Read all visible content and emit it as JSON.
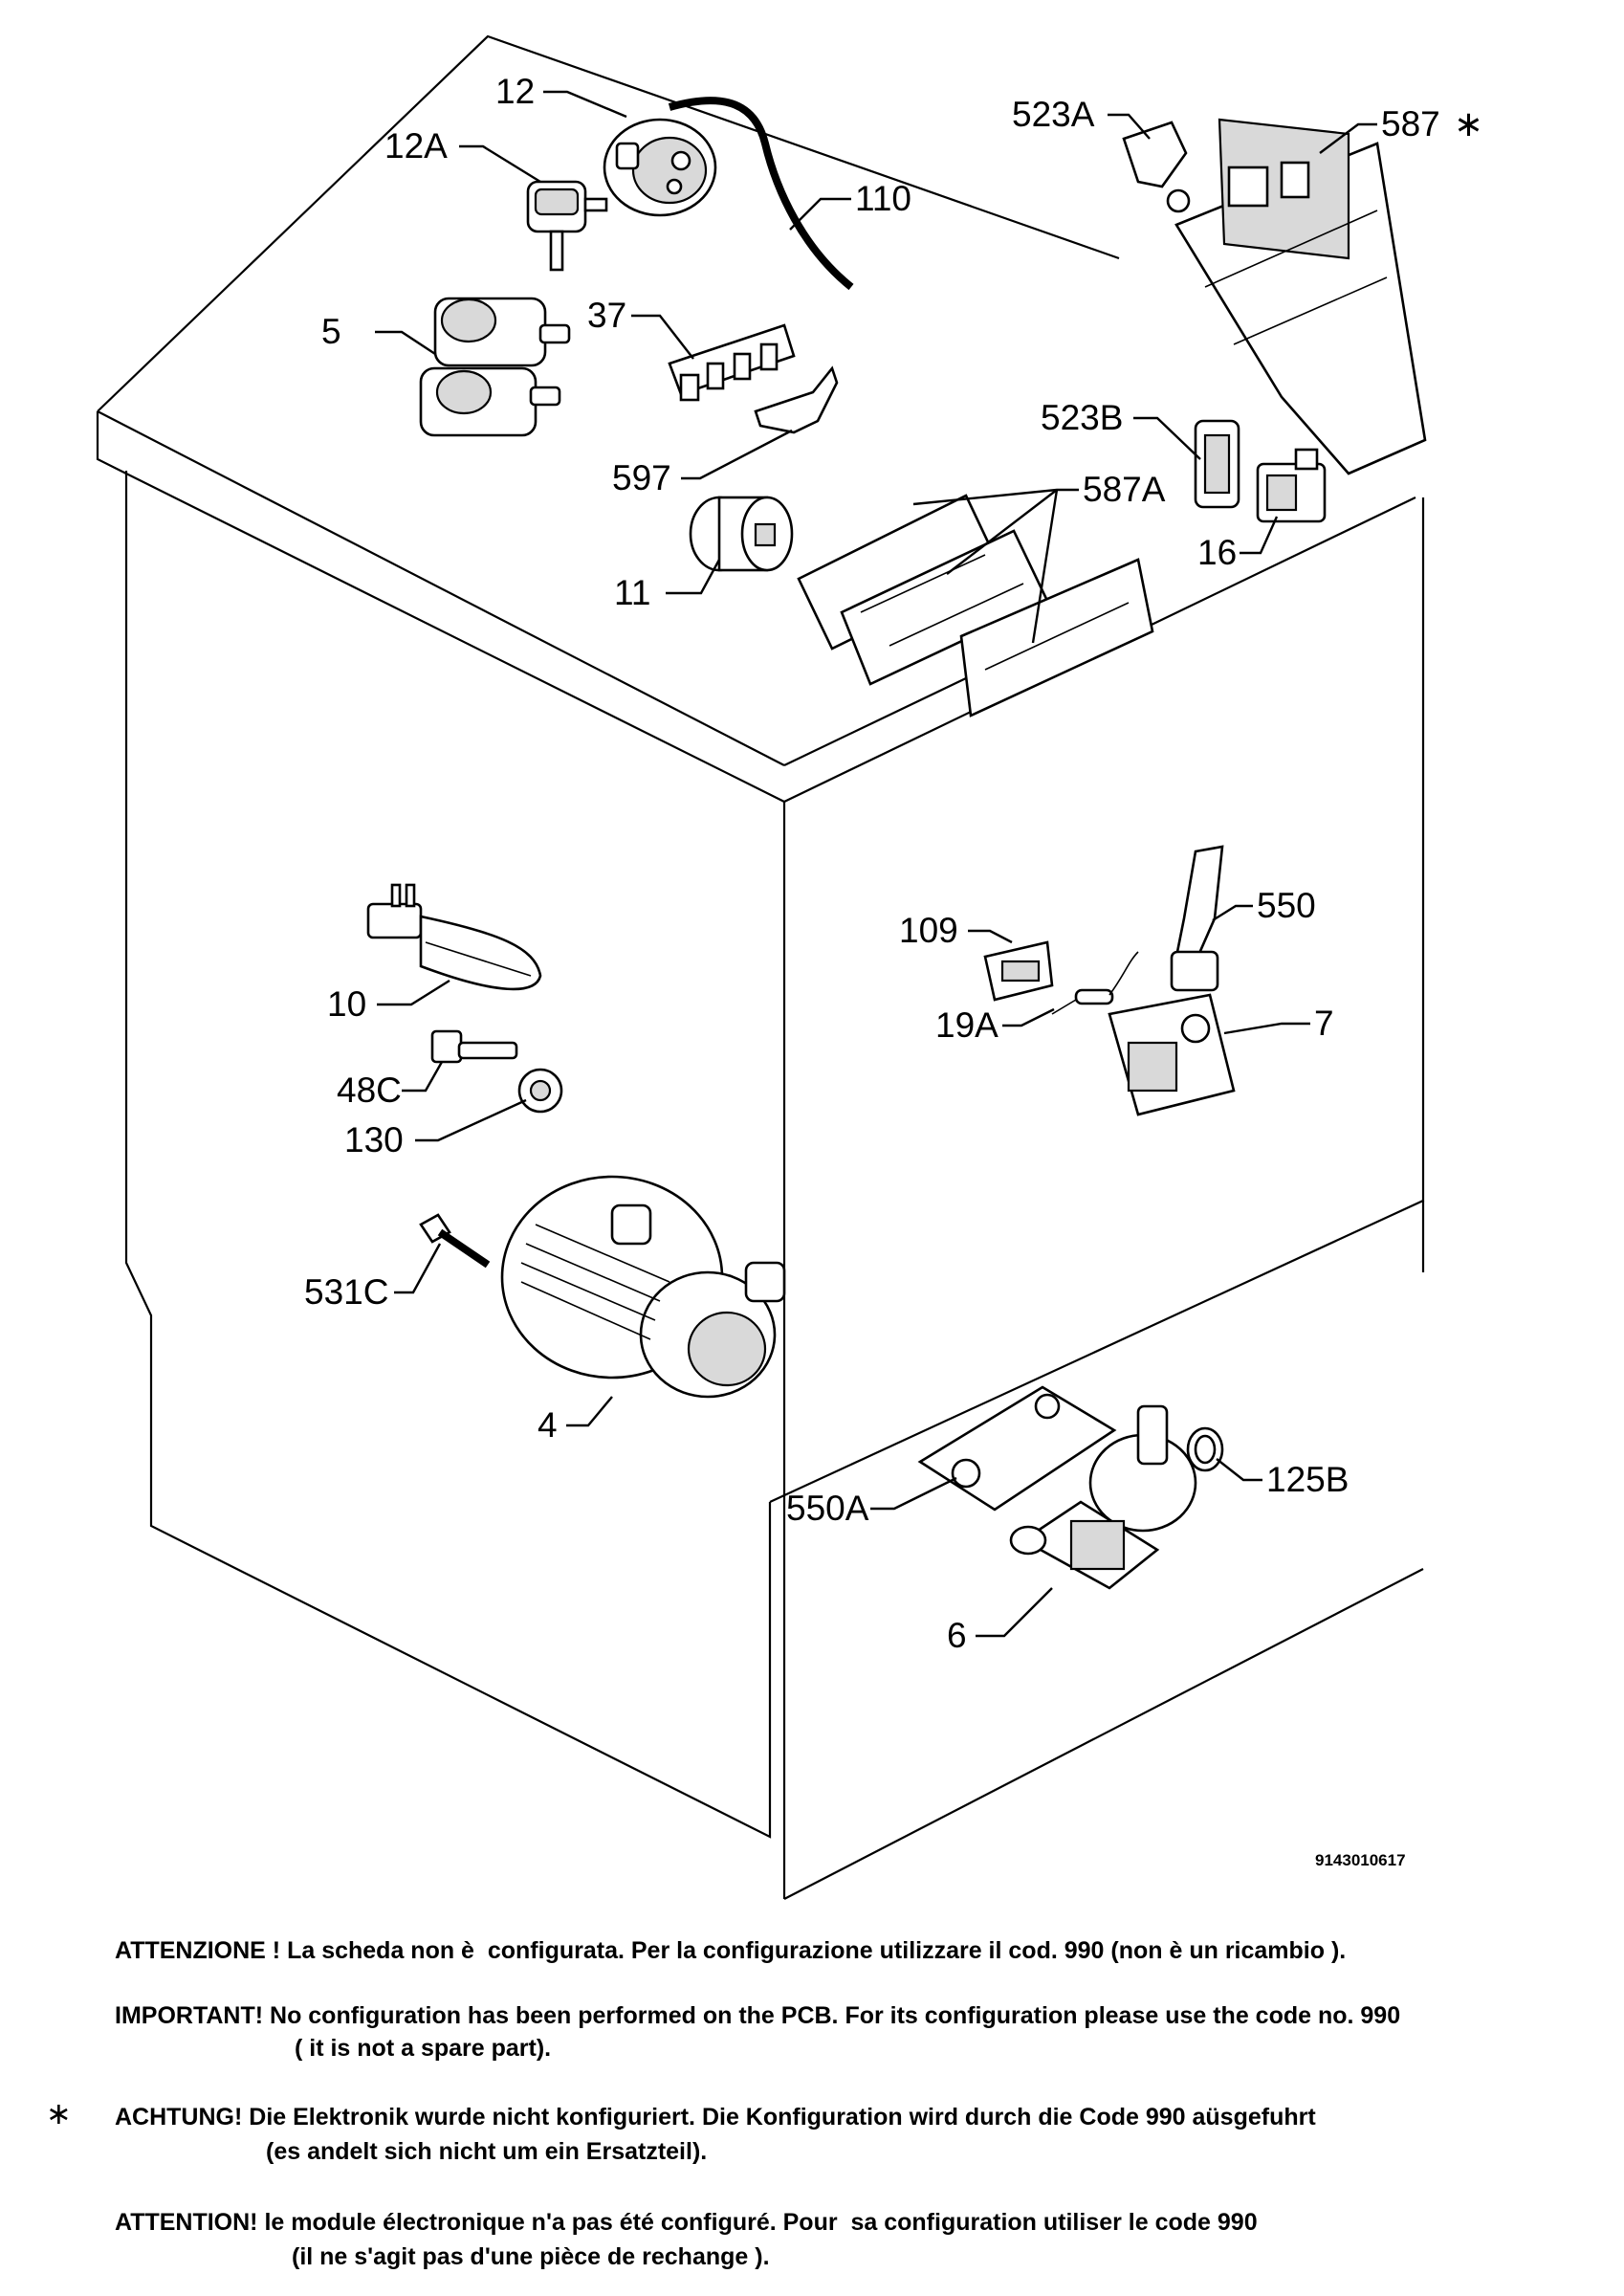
{
  "labels": {
    "p12": "12",
    "p12a": "12A",
    "p5": "5",
    "p110": "110",
    "p37": "37",
    "p597": "597",
    "p11": "11",
    "p523a": "523A",
    "p587": "587",
    "p523b": "523B",
    "p587a": "587A",
    "p16": "16",
    "p10": "10",
    "p48c": "48C",
    "p130": "130",
    "p109": "109",
    "p19a": "19A",
    "p550": "550",
    "p7": "7",
    "p531c": "531C",
    "p4": "4",
    "p550a": "550A",
    "p125b": "125B",
    "p6": "6"
  },
  "asterisk_mark": "∗",
  "drawing_code": "9143010617",
  "notes": {
    "it": "ATTENZIONE ! La scheda non è  configurata. Per la configurazione utilizzare il cod. 990 (non è un ricambio ).",
    "en_1": "IMPORTANT! No configuration has been performed on the PCB. For its configuration please use the code no. 990",
    "en_2": "( it is not a spare part).",
    "de_1": "ACHTUNG! Die Elektronik wurde nicht konfiguriert. Die Konfiguration wird durch die Code 990 aüsgefuhrt",
    "de_2": "(es andelt sich nicht um ein Ersatzteil).",
    "fr_1": "ATTENTION! le module électronique n'a pas été configuré. Pour  sa configuration utiliser le code 990",
    "fr_2": "(il ne s'agit pas d'une pièce de rechange )."
  }
}
